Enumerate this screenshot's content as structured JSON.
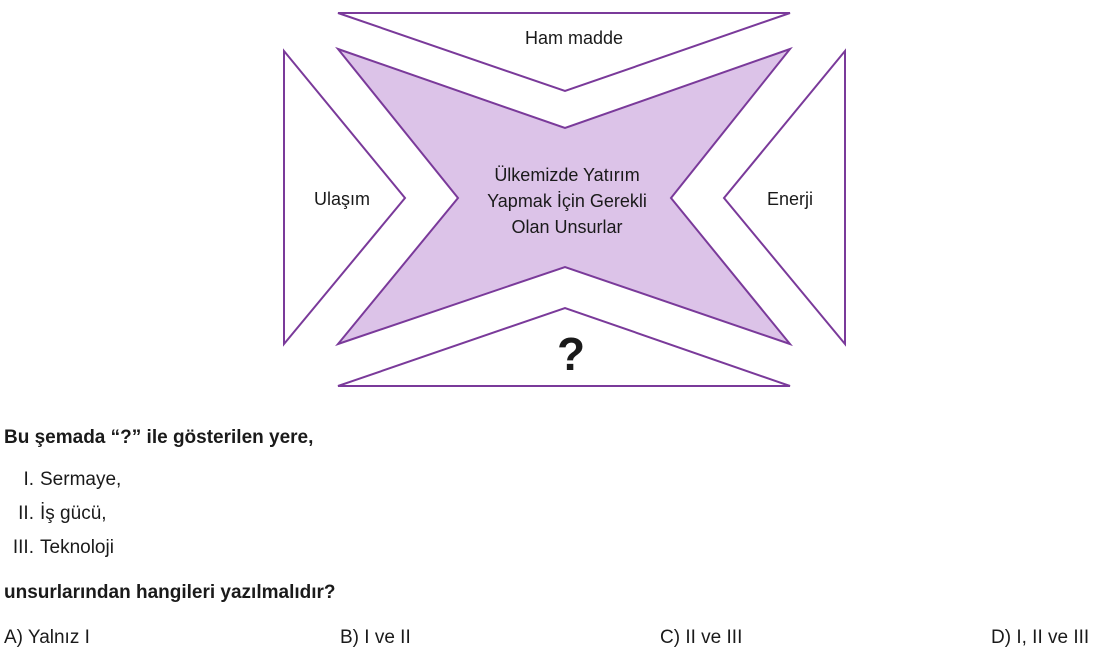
{
  "diagram": {
    "top_label": "Ham madde",
    "left_label": "Ulaşım",
    "right_label": "Enerji",
    "bottom_label": "?",
    "center_lines": [
      "Ülkemizde Yatırım",
      "Yapmak İçin Gerekli",
      "Olan Unsurlar"
    ],
    "colors": {
      "outline": "#7a3a9a",
      "center_fill": "#dcc3e8"
    }
  },
  "question": {
    "stem": "Bu şemada “?” ile gösterilen yere,",
    "items": [
      {
        "num": "I.",
        "text": "Sermaye,"
      },
      {
        "num": "II.",
        "text": "İş gücü,"
      },
      {
        "num": "III.",
        "text": "Teknoloji"
      }
    ],
    "tail": "unsurlarından hangileri yazılmalıdır?",
    "options": [
      "A) Yalnız I",
      "B) I ve II",
      "C) II ve III",
      "D) I, II ve III"
    ]
  }
}
